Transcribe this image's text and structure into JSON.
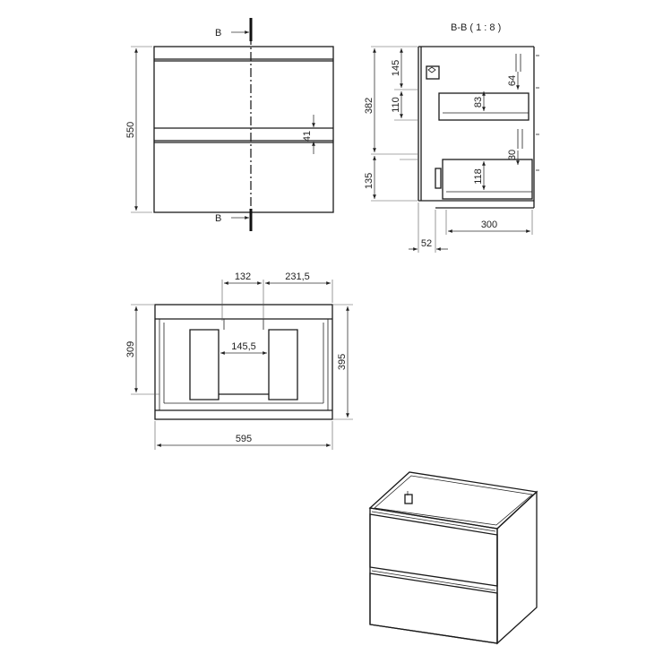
{
  "section_marker": "B",
  "section_title": "B-B ( 1 : 8 )",
  "front_view": {
    "height": "550",
    "divider_gap": "41"
  },
  "section_view": {
    "top_block": "382",
    "top_drawer_front": "145",
    "top_drawer_inner": "110",
    "top_drawer_box": "83",
    "top_handle": "64",
    "bottom_drawer_front": "135",
    "bottom_drawer_box": "118",
    "bottom_handle": "30",
    "inner_depth": "300",
    "wall_offset": "52"
  },
  "top_view": {
    "siphon_cutout_width": "132",
    "right_offset": "231,5",
    "inner_cutout_width": "145,5",
    "inner_depth": "309",
    "total_depth": "395",
    "total_width": "595"
  }
}
